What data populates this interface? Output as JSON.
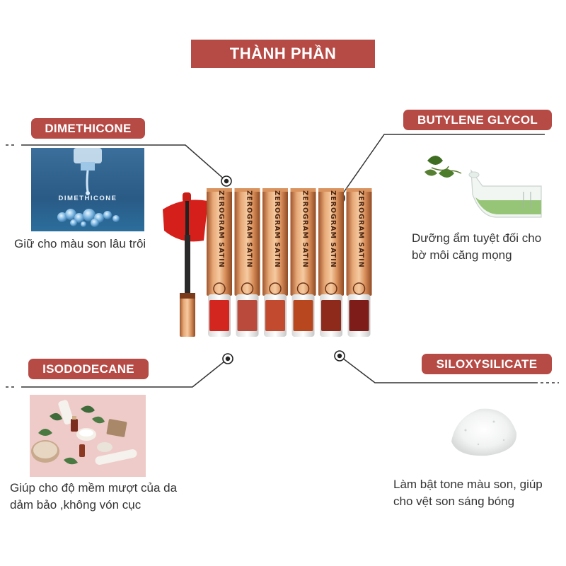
{
  "title": "THÀNH PHẦN",
  "ingredients": {
    "dimethicone": {
      "name": "DIMETHICONE",
      "image_label": "DIMETHICONE",
      "description": "Giữ cho màu son lâu trôi"
    },
    "butylene_glycol": {
      "name": "BUTYLENE GLYCOL",
      "description": "Dưỡng ẩm tuyệt đối cho bờ môi căng mọng"
    },
    "isododecane": {
      "name": "ISODODECANE",
      "description": "Giúp cho độ mềm mượt của da dảm bảo ,không vón cục"
    },
    "siloxysilicate": {
      "name": "SILOXYSILICATE",
      "description": "Làm bật tone màu son, giúp cho vệt son sáng bóng"
    }
  },
  "product": {
    "brand_text": "ZEROGRAM SATIN",
    "shade_colors": [
      "#d3261e",
      "#b94a3c",
      "#c24a2e",
      "#b8471f",
      "#8e2a1c",
      "#7e1c1a"
    ]
  },
  "colors": {
    "accent": "#b64a45"
  }
}
